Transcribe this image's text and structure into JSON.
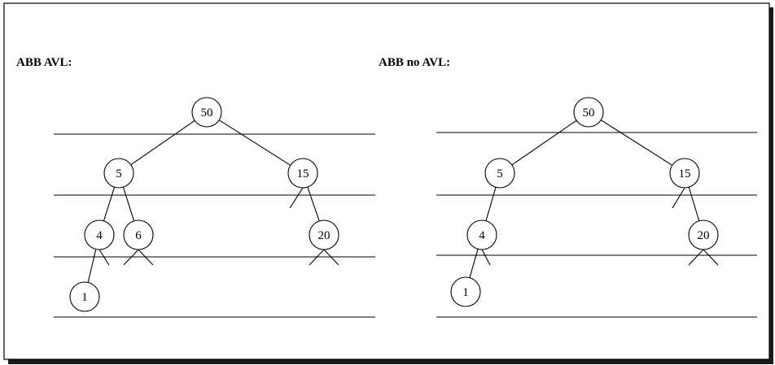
{
  "panels": [
    {
      "id": "avl",
      "title": "ABB AVL:",
      "nodes": [
        {
          "id": "n50",
          "label": "50"
        },
        {
          "id": "n5",
          "label": "5"
        },
        {
          "id": "n15",
          "label": "15"
        },
        {
          "id": "n4",
          "label": "4"
        },
        {
          "id": "n6",
          "label": "6"
        },
        {
          "id": "n20",
          "label": "20"
        },
        {
          "id": "n1",
          "label": "1"
        }
      ],
      "edges": [
        [
          "n50",
          "n5"
        ],
        [
          "n50",
          "n15"
        ],
        [
          "n5",
          "n4"
        ],
        [
          "n5",
          "n6"
        ],
        [
          "n15",
          "n20"
        ],
        [
          "n4",
          "n1"
        ]
      ],
      "null_stubs": [
        "n15-left",
        "n4-right",
        "n6-left",
        "n6-right",
        "n20-left",
        "n20-right"
      ]
    },
    {
      "id": "non-avl",
      "title": "ABB no AVL:",
      "nodes": [
        {
          "id": "n50",
          "label": "50"
        },
        {
          "id": "n5",
          "label": "5"
        },
        {
          "id": "n15",
          "label": "15"
        },
        {
          "id": "n4",
          "label": "4"
        },
        {
          "id": "n20",
          "label": "20"
        },
        {
          "id": "n1",
          "label": "1"
        }
      ],
      "edges": [
        [
          "n50",
          "n5"
        ],
        [
          "n50",
          "n15"
        ],
        [
          "n5",
          "n4"
        ],
        [
          "n15",
          "n20"
        ],
        [
          "n4",
          "n1"
        ]
      ],
      "null_stubs": [
        "n15-left",
        "n4-right",
        "n20-left",
        "n20-right"
      ]
    }
  ]
}
